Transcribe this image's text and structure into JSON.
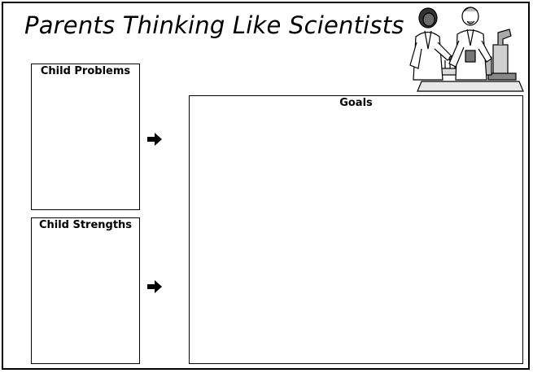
{
  "title": "Parents Thinking Like Scientists",
  "boxes": {
    "problems": "Child Problems",
    "strengths": "Child Strengths",
    "goals": "Goals"
  },
  "illustration_icon": "scientists-in-lab-icon",
  "arrow_icon": "right-arrow-icon"
}
